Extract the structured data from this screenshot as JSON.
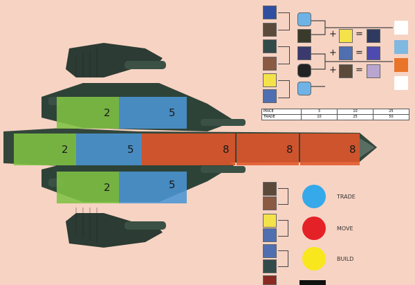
{
  "ship": {
    "segments": [
      {
        "id": "upper-green",
        "value": "2",
        "color": "#7fc243"
      },
      {
        "id": "upper-blue",
        "value": "5",
        "color": "#4b95d4"
      },
      {
        "id": "mid-green",
        "value": "2",
        "color": "#7fc243"
      },
      {
        "id": "mid-blue",
        "value": "5",
        "color": "#4b95d4"
      },
      {
        "id": "orange-1",
        "value": "8",
        "color": "#e2572a"
      },
      {
        "id": "orange-2",
        "value": "8",
        "color": "#e2572a"
      },
      {
        "id": "orange-3",
        "value": "8",
        "color": "#e2572a"
      },
      {
        "id": "lower-green",
        "value": "2",
        "color": "#7fc243"
      },
      {
        "id": "lower-blue",
        "value": "5",
        "color": "#4b95d4"
      }
    ]
  },
  "table": {
    "rows": [
      {
        "label": "PRICE",
        "values": [
          "3",
          "10",
          "25"
        ]
      },
      {
        "label": "TRADE",
        "values": [
          "10",
          "25",
          "50"
        ]
      }
    ]
  },
  "recipe": {
    "plus": "+",
    "equals": "="
  },
  "legend": [
    {
      "label": "TRADE",
      "color": "#35a9e9"
    },
    {
      "label": "MOVE",
      "color": "#e42127"
    },
    {
      "label": "BUILD",
      "color": "#f8e71c"
    }
  ]
}
